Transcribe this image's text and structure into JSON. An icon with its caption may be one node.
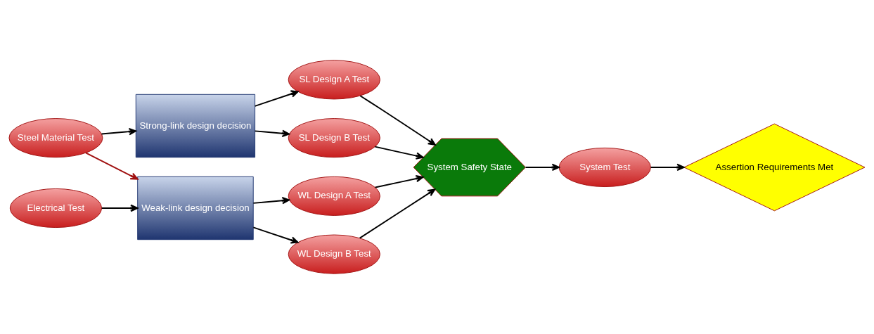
{
  "diagram": {
    "nodes": [
      {
        "text": [
          "Steel Material Test"
        ]
      },
      {
        "text": [
          "Electrical Test"
        ]
      },
      {
        "text": [
          "Strong-link design decision"
        ]
      },
      {
        "text": [
          "Weak-link design decision"
        ]
      },
      {
        "text": [
          "SL Design A Test"
        ]
      },
      {
        "text": [
          "SL Design B Test"
        ]
      },
      {
        "text": [
          "WL Design A Test"
        ]
      },
      {
        "text": [
          "WL Design B Test"
        ]
      },
      {
        "text": [
          "System Safety State"
        ]
      },
      {
        "text": [
          "System Test"
        ]
      },
      {
        "text": [
          "Assertion Requirements Met"
        ]
      }
    ],
    "edges": [
      {
        "from": 0,
        "to": 2,
        "arrow": "to"
      },
      {
        "from": 0,
        "to": 3,
        "arrow": "to",
        "color": "#a01010"
      },
      {
        "from": 1,
        "to": 3,
        "arrow": "to"
      },
      {
        "from": 2,
        "to": 4,
        "arrow": "to"
      },
      {
        "from": 2,
        "to": 5,
        "arrow": "to"
      },
      {
        "from": 3,
        "to": 6,
        "arrow": "to"
      },
      {
        "from": 3,
        "to": 7,
        "arrow": "to"
      },
      {
        "from": 4,
        "to": 8,
        "arrow": "to"
      },
      {
        "from": 5,
        "to": 8,
        "arrow": "to"
      },
      {
        "from": 6,
        "to": 8,
        "arrow": "to"
      },
      {
        "from": 7,
        "to": 8,
        "arrow": "to"
      },
      {
        "from": 8,
        "to": 9,
        "arrow": "to"
      },
      {
        "from": 9,
        "to": 10,
        "arrow": "to"
      }
    ]
  }
}
